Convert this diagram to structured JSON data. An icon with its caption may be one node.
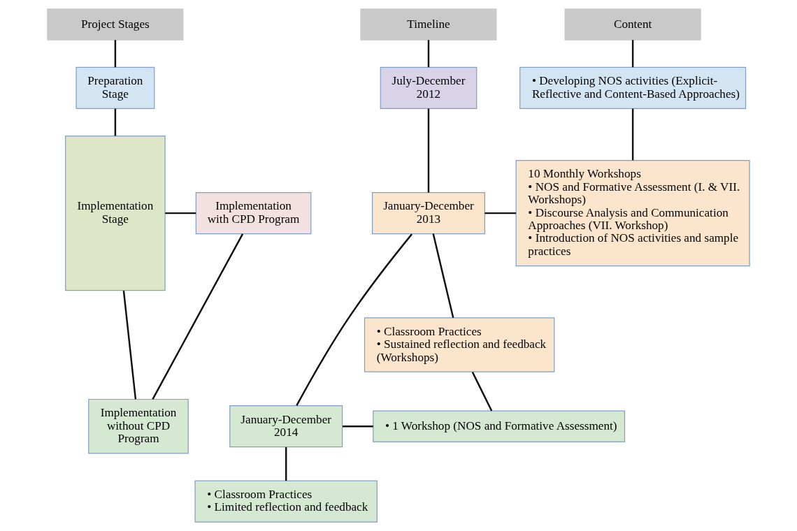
{
  "diagram": {
    "nodes": [
      {
        "text": [
          "Project Stages"
        ]
      },
      {
        "text": [
          "Timeline"
        ]
      },
      {
        "text": [
          "Content"
        ]
      },
      {
        "text": [
          "Preparation Stage"
        ]
      },
      {
        "text": [
          "July-December 2012"
        ]
      },
      {
        "text": [
          "• Developing NOS activities (Explicit-Reflective and Content-Based Approaches)"
        ]
      },
      {
        "text": [
          "Implementation Stage"
        ]
      },
      {
        "text": [
          "Implementation with CPD Program"
        ]
      },
      {
        "text": [
          "January-December 2013"
        ]
      },
      {
        "text": [
          "10 Monthly Workshops",
          "• NOS and Formative Assessment (I. & VII. Workshops)",
          "• Discourse Analysis and Communication Approaches (VII. Workshop)",
          "• Introduction of NOS activities and sample practices"
        ]
      },
      {
        "text": [
          "• Classroom Practices",
          "• Sustained reflection and feedback (Workshops)"
        ]
      },
      {
        "text": [
          "Implementation without CPD Program"
        ]
      },
      {
        "text": [
          "January-December 2014"
        ]
      },
      {
        "text": [
          "• 1 Workshop (NOS and Formative Assessment)"
        ]
      },
      {
        "text": [
          "• Classroom Practices",
          "• Limited reflection and feedback"
        ]
      }
    ],
    "edges": [
      {
        "from": 0,
        "to": 3,
        "arrow": "none"
      },
      {
        "from": 3,
        "to": 6,
        "arrow": "none"
      },
      {
        "from": 6,
        "to": 7,
        "arrow": "none"
      },
      {
        "from": 6,
        "to": 11,
        "arrow": "none"
      },
      {
        "from": 7,
        "to": 11,
        "arrow": "none"
      },
      {
        "from": 1,
        "to": 4,
        "arrow": "none"
      },
      {
        "from": 4,
        "to": 8,
        "arrow": "none"
      },
      {
        "from": 8,
        "to": 12,
        "arrow": "none"
      },
      {
        "from": 8,
        "to": 9,
        "arrow": "none"
      },
      {
        "from": 8,
        "to": 10,
        "arrow": "none"
      },
      {
        "from": 2,
        "to": 5,
        "arrow": "none"
      },
      {
        "from": 5,
        "to": 9,
        "arrow": "none"
      },
      {
        "from": 10,
        "to": 13,
        "arrow": "none"
      },
      {
        "from": 12,
        "to": 13,
        "arrow": "none"
      },
      {
        "from": 12,
        "to": 14,
        "arrow": "none"
      }
    ]
  }
}
